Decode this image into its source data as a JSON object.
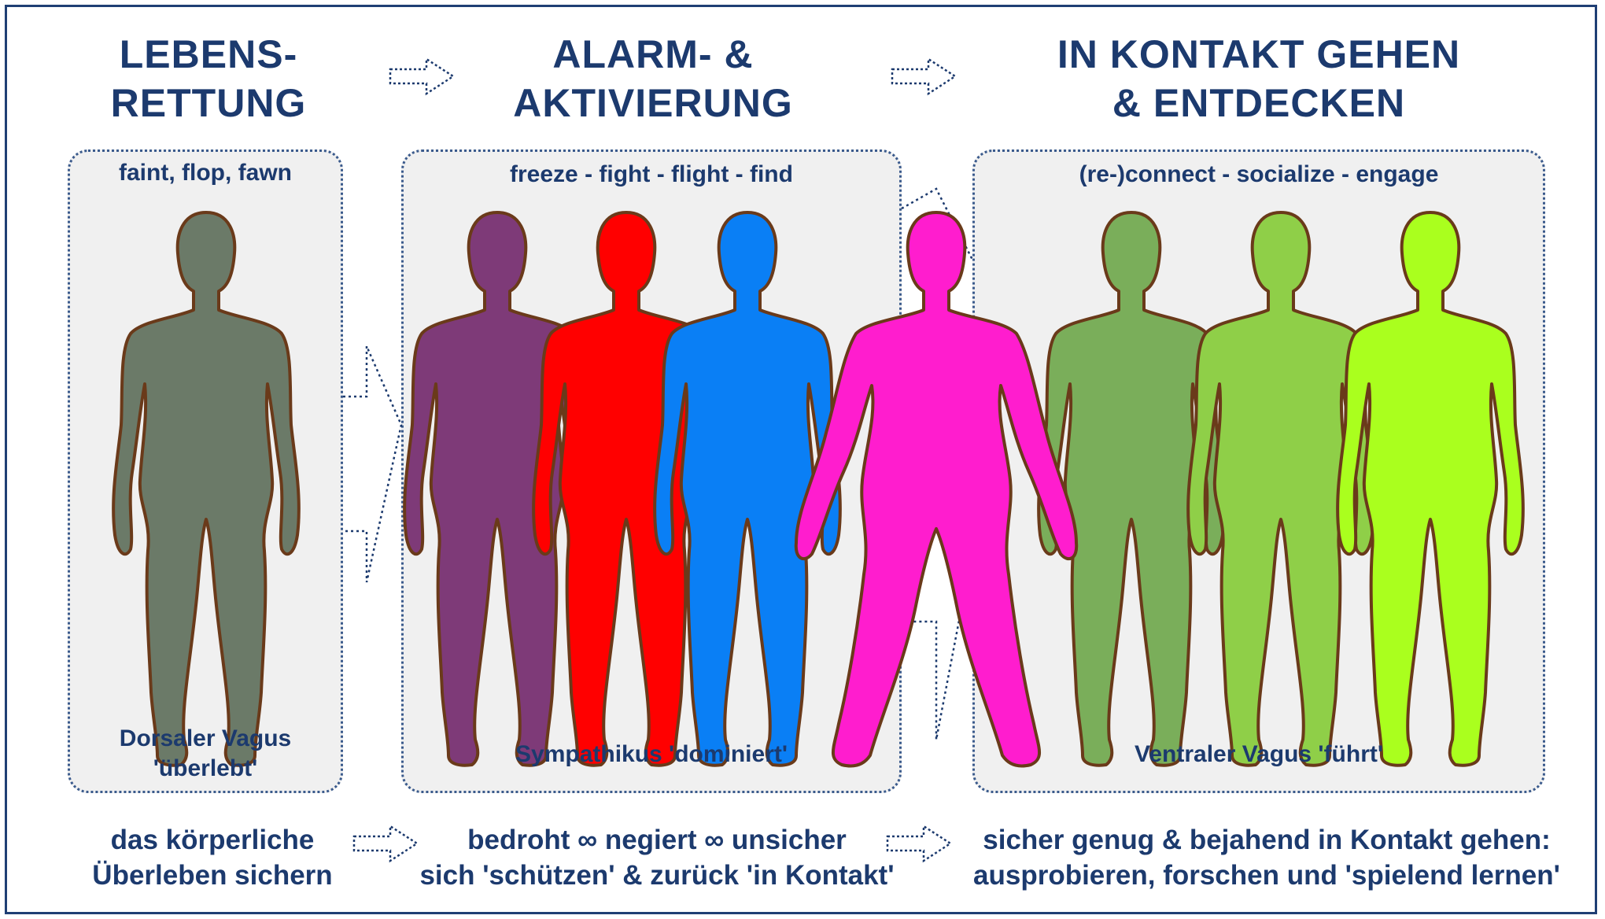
{
  "stages": [
    {
      "heading": "LEBENS-\nRETTUNG",
      "panel_top": "faint, flop, fawn",
      "panel_bottom": "Dorsaler Vagus\n'überlebt'",
      "footer": "das körperliche\nÜberleben sichern",
      "figure_colors": [
        "#6b7a68"
      ]
    },
    {
      "heading": "ALARM- &\nAKTIVIERUNG",
      "panel_top": "freeze - fight - flight - find",
      "panel_bottom": "Sympathikus 'dominiert'",
      "footer": "bedroht ∞ negiert ∞ unsicher\nsich 'schützen' & zurück 'in Kontakt'",
      "figure_colors": [
        "#7e3a78",
        "#ff0000",
        "#0a7ff5"
      ]
    },
    {
      "heading": "IN KONTAKT GEHEN\n& ENTDECKEN",
      "panel_top": "(re-)connect - socialize - engage",
      "panel_bottom": "Ventraler Vagus 'führt'",
      "footer": "sicher genug & bejahend in Kontakt gehen:\nausprobieren, forschen und 'spielend lernen'",
      "figure_colors": [
        "#7aae5a",
        "#8fcf48",
        "#aaff1e"
      ]
    }
  ],
  "transition_figure_color": "#ff1dce",
  "outline_color": "#6a3a1a",
  "text_color": "#1c3a6e"
}
